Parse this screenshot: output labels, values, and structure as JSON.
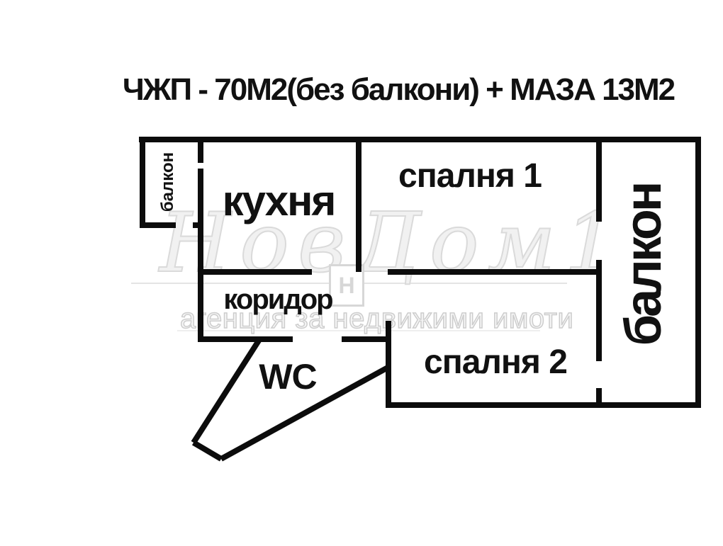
{
  "title": "ЧЖП - 70М2(без балкони) + МАЗА 13М2",
  "rooms": {
    "balcony_left": "балкон",
    "kitchen": "кухня",
    "bedroom_1": "спалня 1",
    "balcony_right": "балкон",
    "corridor": "коридор",
    "wc": "WC",
    "bedroom_2": "спалня 2"
  },
  "watermark": {
    "brand_script": "НовДом1",
    "logo_letter": "Н",
    "tagline": "агенция за недвижими имоти"
  },
  "colors": {
    "background": "#ffffff",
    "walls": "#0c0c0c",
    "label_text": "#111111",
    "watermark_grey": "#d7d7d7"
  }
}
